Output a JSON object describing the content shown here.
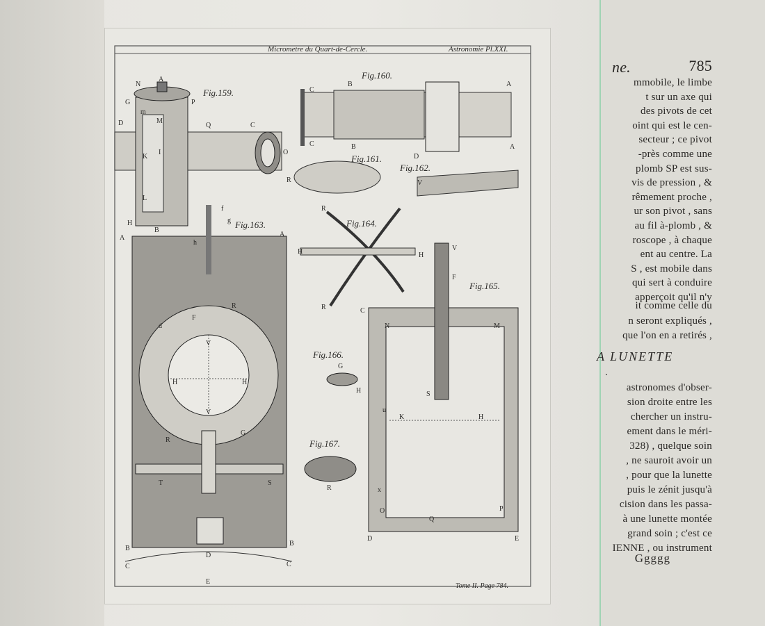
{
  "plate": {
    "title_left": "Micrometre du Quart-de-Cercle.",
    "title_right": "Astronomie Pl.XXI.",
    "footer": "Tome II. Page 784.",
    "figures": [
      "Fig.159.",
      "Fig.160.",
      "Fig.161.",
      "Fig.162.",
      "Fig.163.",
      "Fig.164.",
      "Fig.165.",
      "Fig.166.",
      "Fig.167."
    ],
    "letters": [
      "N",
      "A",
      "G",
      "P",
      "m",
      "M",
      "D",
      "Q",
      "C",
      "K",
      "I",
      "O",
      "L",
      "H",
      "B",
      "C",
      "B",
      "A",
      "C",
      "B",
      "D",
      "A",
      "R",
      "V",
      "f",
      "g",
      "h",
      "A",
      "A",
      "R",
      "d",
      "F",
      "V",
      "H",
      "H",
      "V",
      "R",
      "G",
      "T",
      "S",
      "E",
      "D",
      "C",
      "C",
      "B",
      "B",
      "R",
      "H",
      "H",
      "R",
      "V",
      "F",
      "C",
      "N",
      "M",
      "S",
      "H",
      "K",
      "u",
      "x",
      "O",
      "Q",
      "P",
      "D",
      "E",
      "G",
      "H",
      "R"
    ]
  },
  "right_page": {
    "running_head": "ne.",
    "page_number": "785",
    "lines_a": [
      "mmobile, le limbe",
      "t sur un axe qui",
      "des pivots de cet",
      "oint qui est le cen-",
      "secteur ; ce pivot",
      "-près comme une",
      "plomb SP est sus-",
      "vis de pression , &",
      "rêmement proche ,",
      "ur son pivot , sans",
      "au fil à-plomb , &",
      "roscope , à chaque",
      "ent au centre. La",
      "S , est mobile dans",
      "qui sert à conduire",
      "apperçoit qu'il n'y"
    ],
    "lines_b": [
      "it comme celle du",
      "n seront expliqués ,",
      "que l'on en a retirés ,"
    ],
    "section_title": "A LUNETTE",
    "section_dot": ".",
    "lines_c": [
      "astronomes d'obser-",
      "sion droite entre les",
      "chercher un instru-",
      "ement dans le méri-",
      "328) , quelque soin",
      ", ne sauroit avoir un",
      ", pour que la lunette",
      "puis le zénit jusqu'à",
      "cision dans les passa-",
      "à une lunette montée",
      "grand soin ; c'est ce",
      "IENNE , ou instrument"
    ],
    "signature": "Ggggg"
  }
}
